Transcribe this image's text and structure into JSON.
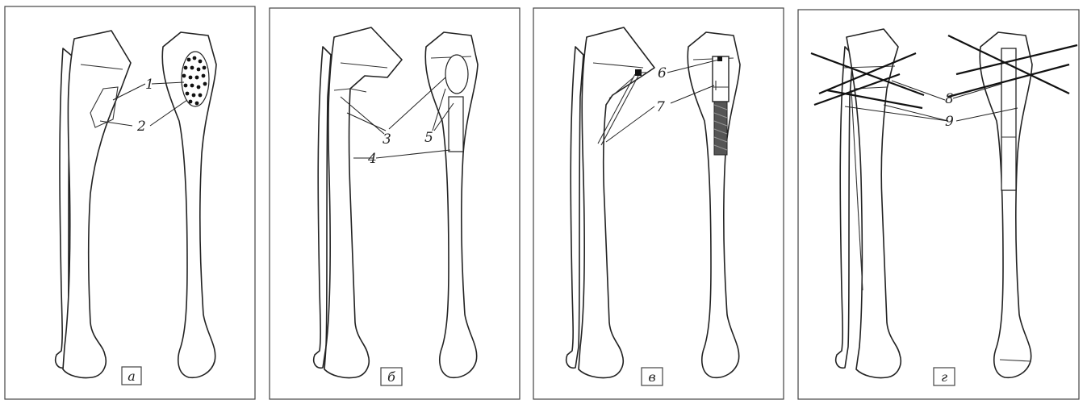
{
  "panels": [
    {
      "label": "а",
      "callouts": [
        "1",
        "2"
      ]
    },
    {
      "label": "б",
      "callouts": [
        "3",
        "4",
        "5"
      ]
    },
    {
      "label": "в",
      "callouts": [
        "6",
        "7"
      ]
    },
    {
      "label": "г",
      "callouts": [
        "8",
        "9"
      ]
    }
  ]
}
